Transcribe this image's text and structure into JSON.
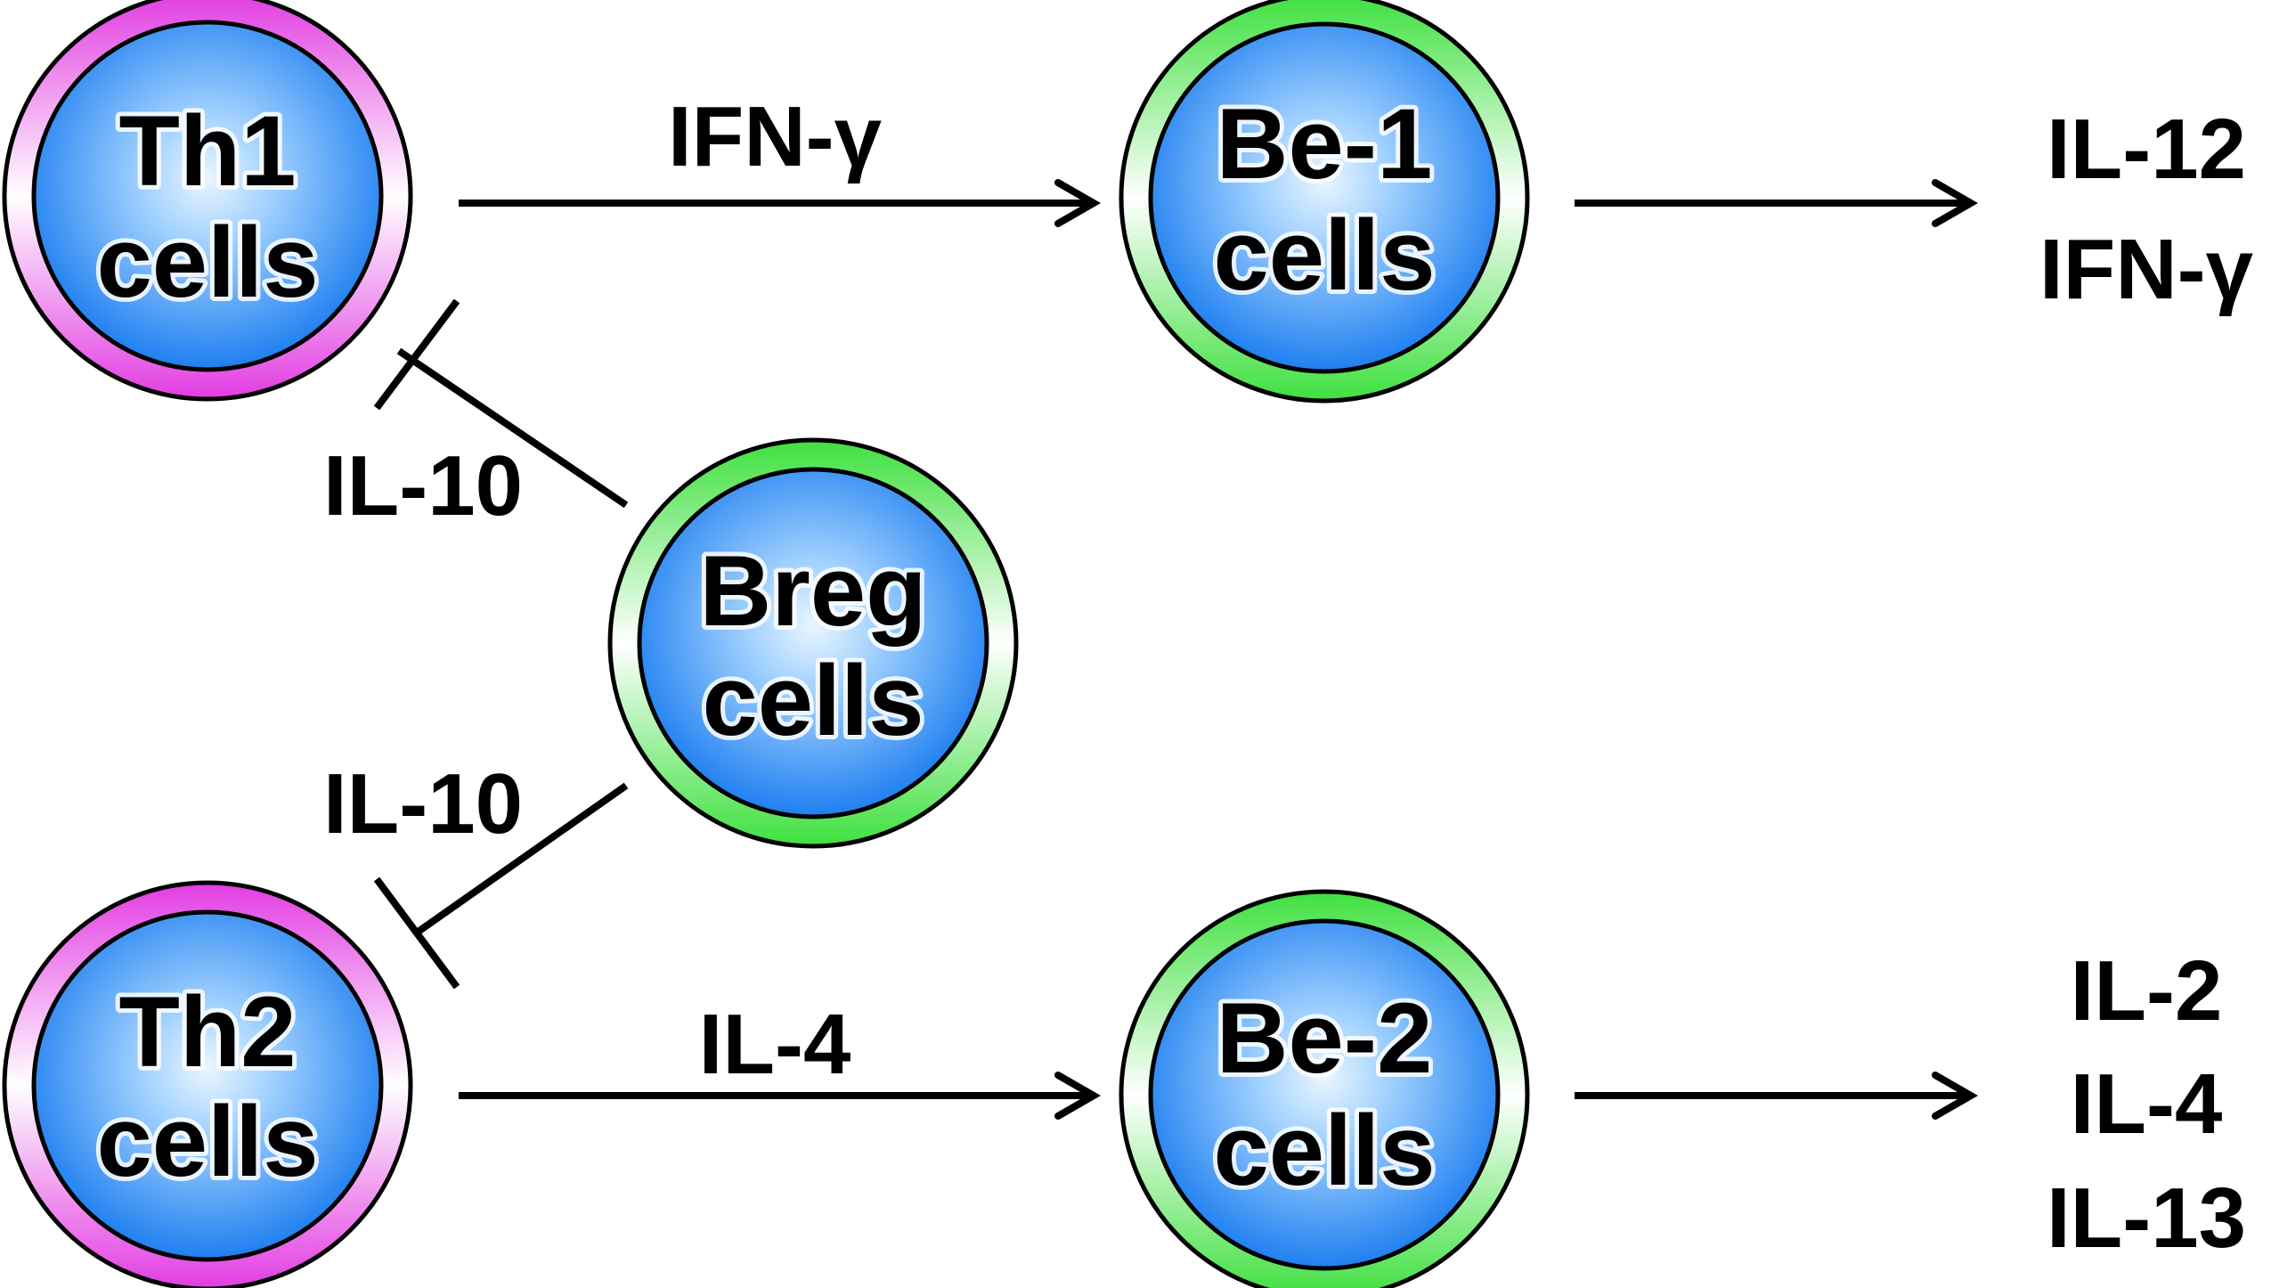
{
  "cells": {
    "th1": {
      "line1": "Th1",
      "line2": "cells",
      "ring_color": "#e040e0"
    },
    "th2": {
      "line1": "Th2",
      "line2": "cells",
      "ring_color": "#e040e0"
    },
    "breg": {
      "line1": "Breg",
      "line2": "cells",
      "ring_color": "#40e040"
    },
    "be1": {
      "line1": "Be-1",
      "line2": "cells",
      "ring_color": "#40e040"
    },
    "be2": {
      "line1": "Be-2",
      "line2": "cells",
      "ring_color": "#40e040"
    }
  },
  "edges": {
    "th1_to_be1": {
      "label": "IFN-γ",
      "type": "activation"
    },
    "th2_to_be2": {
      "label": "IL-4",
      "type": "activation"
    },
    "breg_inhibits_th1": {
      "label": "IL-10",
      "type": "inhibition"
    },
    "breg_inhibits_th2": {
      "label": "IL-10",
      "type": "inhibition"
    },
    "be1_output": {
      "type": "activation"
    },
    "be2_output": {
      "type": "activation"
    }
  },
  "outputs": {
    "be1": [
      "IL-12",
      "IFN-γ"
    ],
    "be2": [
      "IL-2",
      "IL-4",
      "IL-13"
    ]
  },
  "colors": {
    "nucleus_center": "#e6f4ff",
    "nucleus_edge": "#1e7cf0",
    "magenta_ring": "#e040e0",
    "green_ring": "#40e040"
  }
}
